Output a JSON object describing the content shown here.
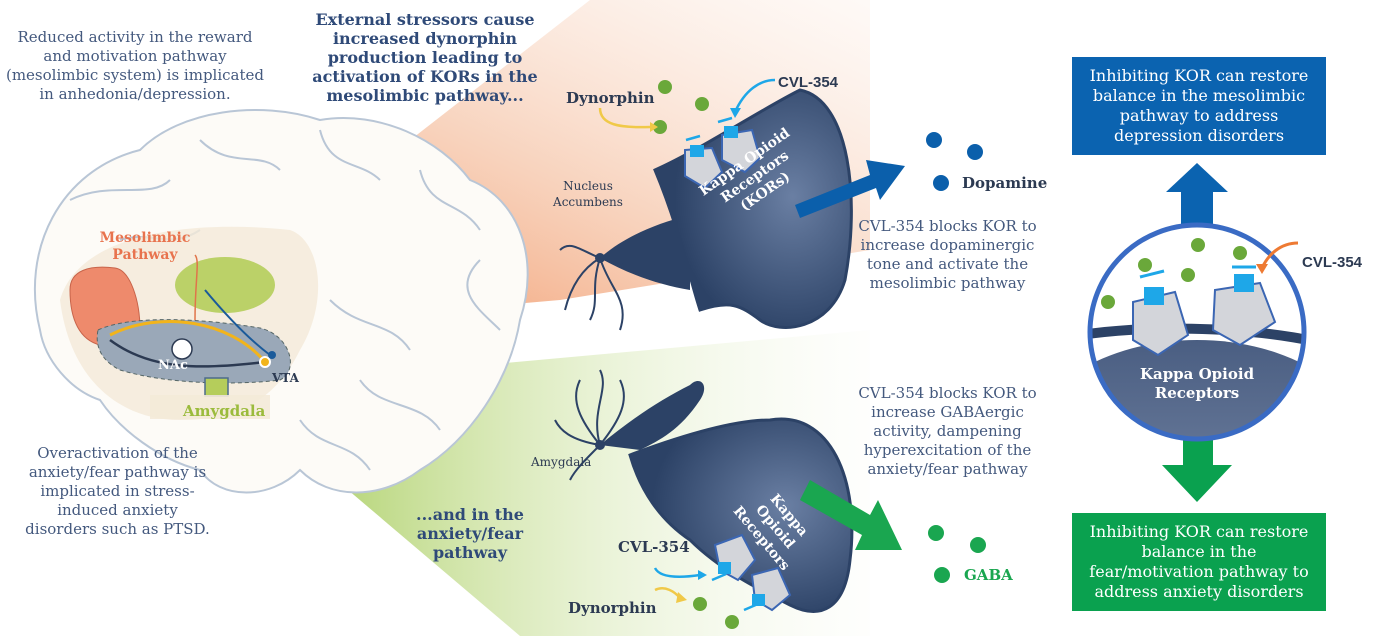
{
  "colors": {
    "navy": "#2c4266",
    "blue_box": "#0b63b0",
    "green_box": "#0aa14f",
    "dynorphin": "#6aa83a",
    "dopamine": "#0b5fab",
    "gaba": "#1aa650",
    "cvl_cyan": "#1ea7e8",
    "mesolimbic_orange": "#e8734e",
    "amygdala_green": "#9bbb3c"
  },
  "left": {
    "reward_text": "Reduced activity in the reward and motivation pathway (mesolimbic system) is implicated in anhedonia/depression.",
    "anxiety_text": "Overactivation of the anxiety/fear pathway is implicated in stress-induced anxiety disorders such as PTSD."
  },
  "brain": {
    "mesolimbic_label_1": "Mesolimbic",
    "mesolimbic_label_2": "Pathway",
    "nac_label": "NAc",
    "vta_label": "VTA",
    "amygdala_label": "Amygdala"
  },
  "middle": {
    "stressors_text": "External stressors cause increased dynorphin production leading to activation of KORs in the mesolimbic pathway...",
    "anxiety_pathway_text": "...and in the anxiety/fear pathway"
  },
  "top_neuron": {
    "region_label_1": "Nucleus",
    "region_label_2": "Accumbens",
    "dynorphin_label": "Dynorphin",
    "drug_label": "CVL-354",
    "receptor_label_1": "Kappa Opioid",
    "receptor_label_2": "Receptors",
    "receptor_label_3": "(KORs)",
    "output_label": "Dopamine",
    "effect_text": "CVL-354 blocks KOR to increase dopaminergic tone and activate the mesolimbic pathway"
  },
  "bottom_neuron": {
    "region_label": "Amygdala",
    "dynorphin_label": "Dynorphin",
    "drug_label": "CVL-354",
    "receptor_label_1": "Kappa",
    "receptor_label_2": "Opioid",
    "receptor_label_3": "Receptors",
    "output_label": "GABA",
    "effect_text": "CVL-354 blocks KOR to increase GABAergic activity, dampening hyperexcitation of the anxiety/fear pathway"
  },
  "right": {
    "top_box_text": "Inhibiting KOR can restore balance in the mesolimbic pathway to address depression disorders",
    "circle_drug_label": "CVL-354",
    "circle_receptor_label_1": "Kappa Opioid",
    "circle_receptor_label_2": "Receptors",
    "bottom_box_text": "Inhibiting KOR can restore balance in the fear/motivation pathway to address anxiety disorders"
  }
}
